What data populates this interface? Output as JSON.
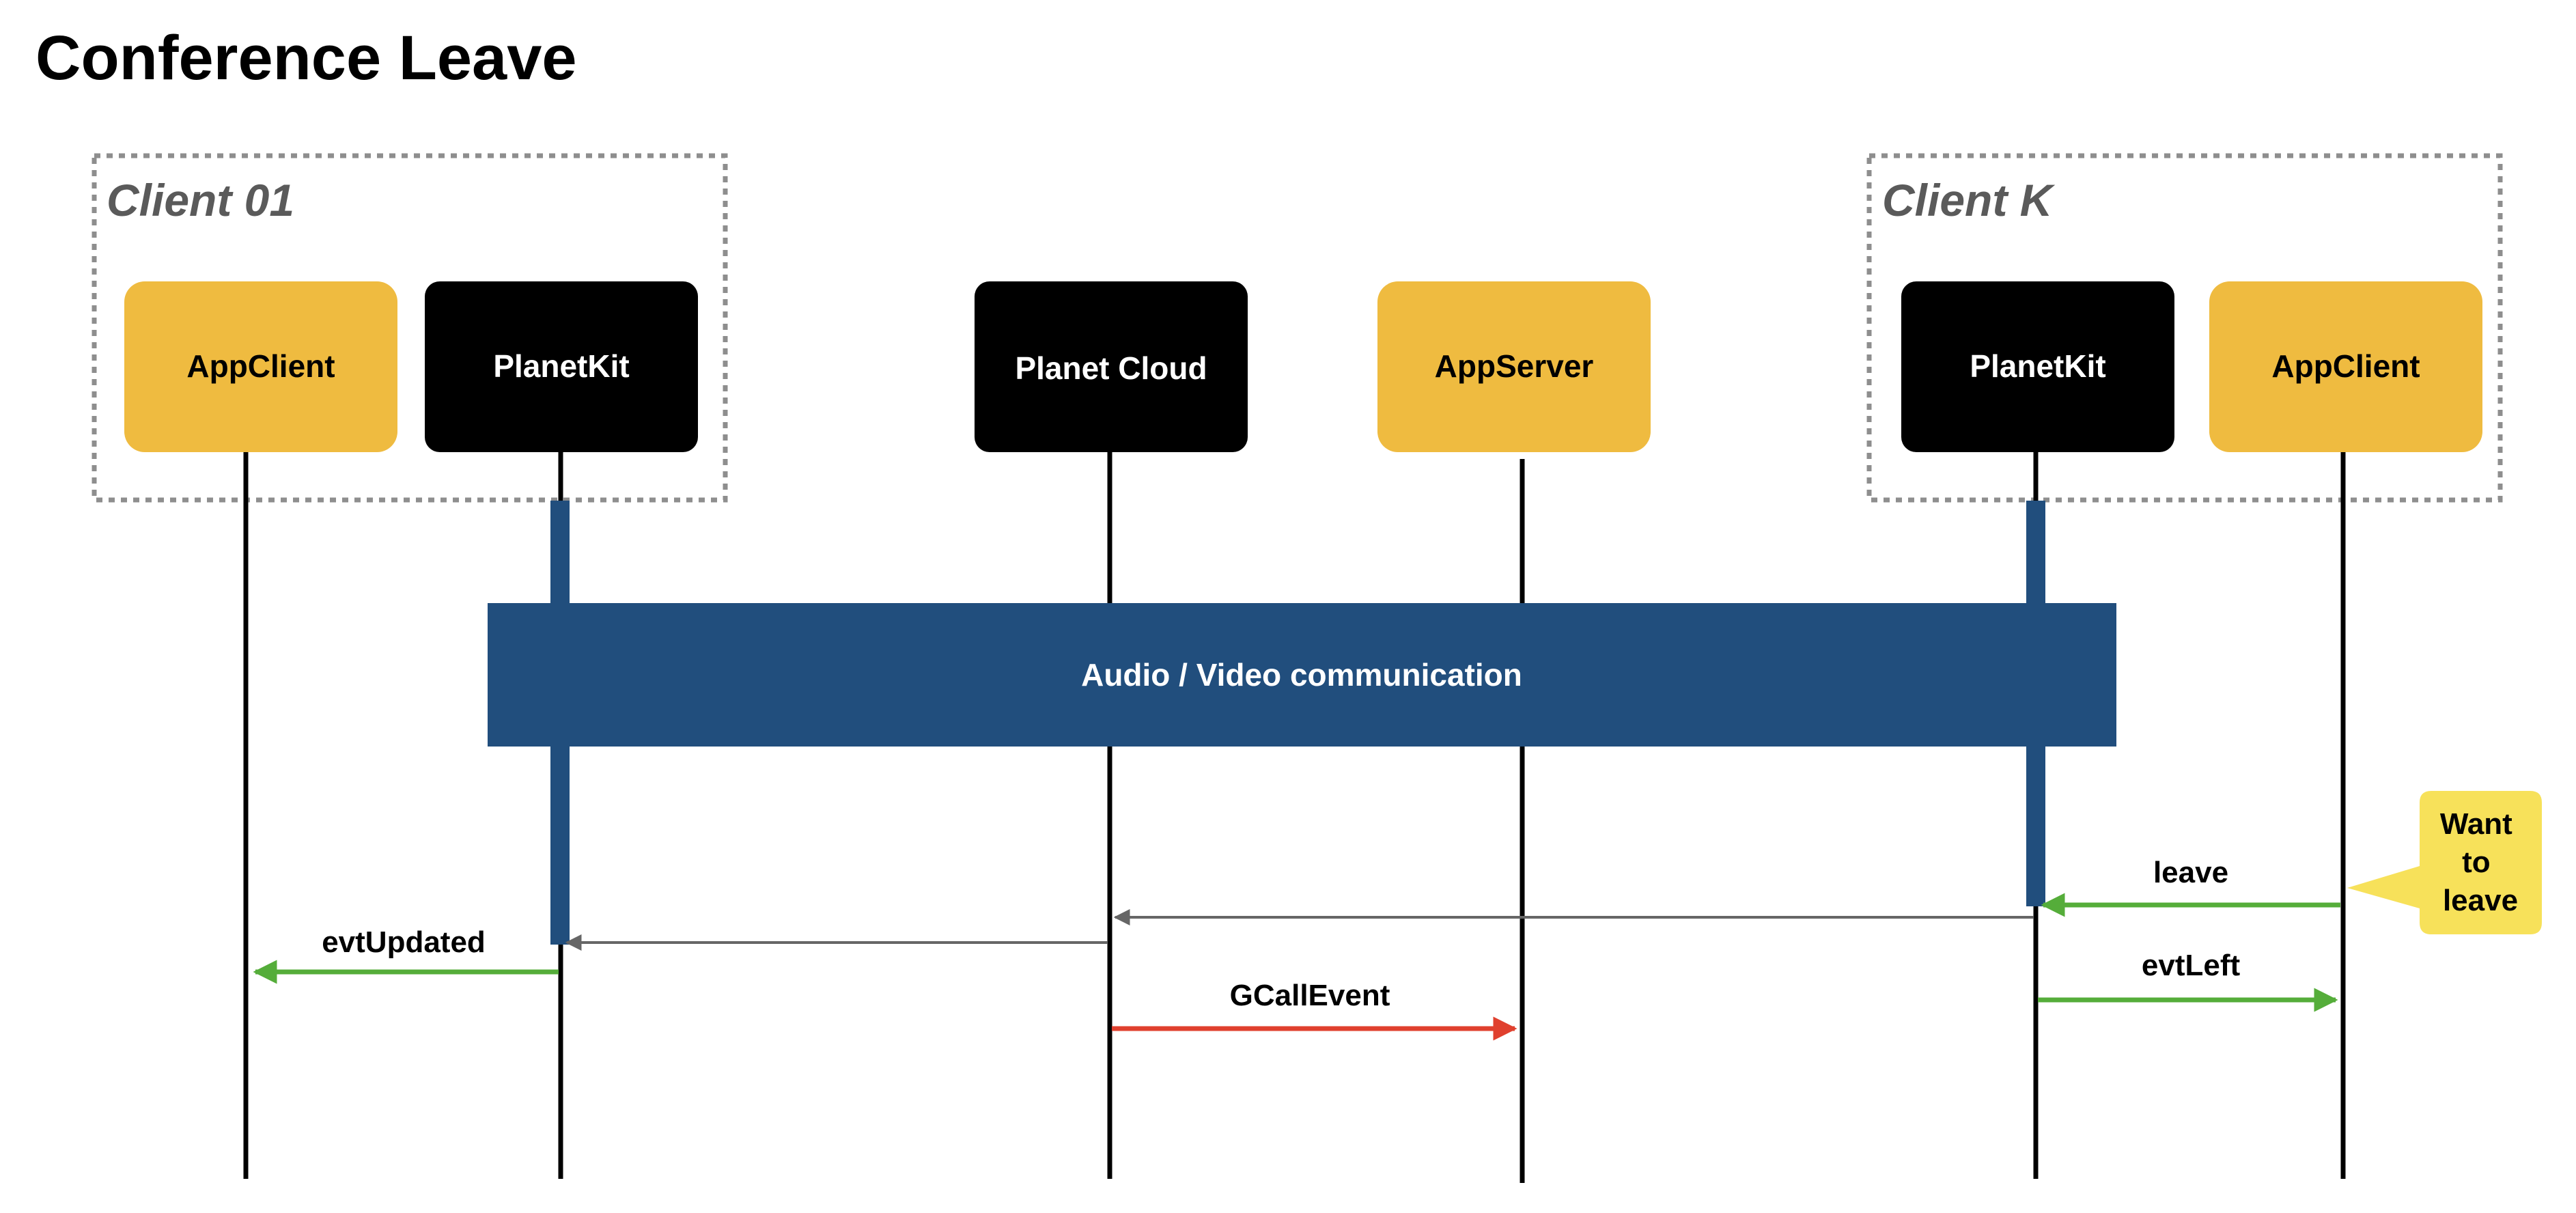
{
  "title": "Conference Leave",
  "groups": [
    {
      "id": "client-01",
      "label": "Client 01"
    },
    {
      "id": "client-k",
      "label": "Client K"
    }
  ],
  "participants": [
    {
      "id": "appclient-1",
      "label": "AppClient",
      "fill": "#EFBB40",
      "text_color": "#000000"
    },
    {
      "id": "planetkit-1",
      "label": "PlanetKit",
      "fill": "#000000",
      "text_color": "#ffffff"
    },
    {
      "id": "planet-cloud",
      "label": "Planet Cloud",
      "fill": "#000000",
      "text_color": "#ffffff"
    },
    {
      "id": "appserver",
      "label": "AppServer",
      "fill": "#EFBB40",
      "text_color": "#000000"
    },
    {
      "id": "planetkit-k",
      "label": "PlanetKit",
      "fill": "#000000",
      "text_color": "#ffffff"
    },
    {
      "id": "appclient-k",
      "label": "AppClient",
      "fill": "#EFBB40",
      "text_color": "#000000"
    }
  ],
  "band": {
    "label": "Audio / Video communication",
    "fill": "#214E7D"
  },
  "note": {
    "label": "Want to leave",
    "fill": "#F7E15A"
  },
  "messages": [
    {
      "id": "leave",
      "label": "leave",
      "from": "appclient-k",
      "to": "planetkit-k",
      "color": "#55AD3A"
    },
    {
      "id": "evtleft",
      "label": "evtLeft",
      "from": "planetkit-k",
      "to": "appclient-k",
      "color": "#55AD3A"
    },
    {
      "id": "evtupdated",
      "label": "evtUpdated",
      "from": "planetkit-1",
      "to": "appclient-1",
      "color": "#55AD3A"
    },
    {
      "id": "gcallevent",
      "label": "GCallEvent",
      "from": "planet-cloud",
      "to": "appserver",
      "color": "#E0402E"
    },
    {
      "id": "k-to-cloud",
      "label": "",
      "from": "planetkit-k",
      "to": "planet-cloud",
      "color": "#666666"
    },
    {
      "id": "cloud-to-1",
      "label": "",
      "from": "planet-cloud",
      "to": "planetkit-1",
      "color": "#666666"
    }
  ],
  "colors": {
    "lifeline": "#000000",
    "activation": "#214E7D",
    "group_border": "#8E8E8E",
    "group_text": "#5A5A5A"
  }
}
